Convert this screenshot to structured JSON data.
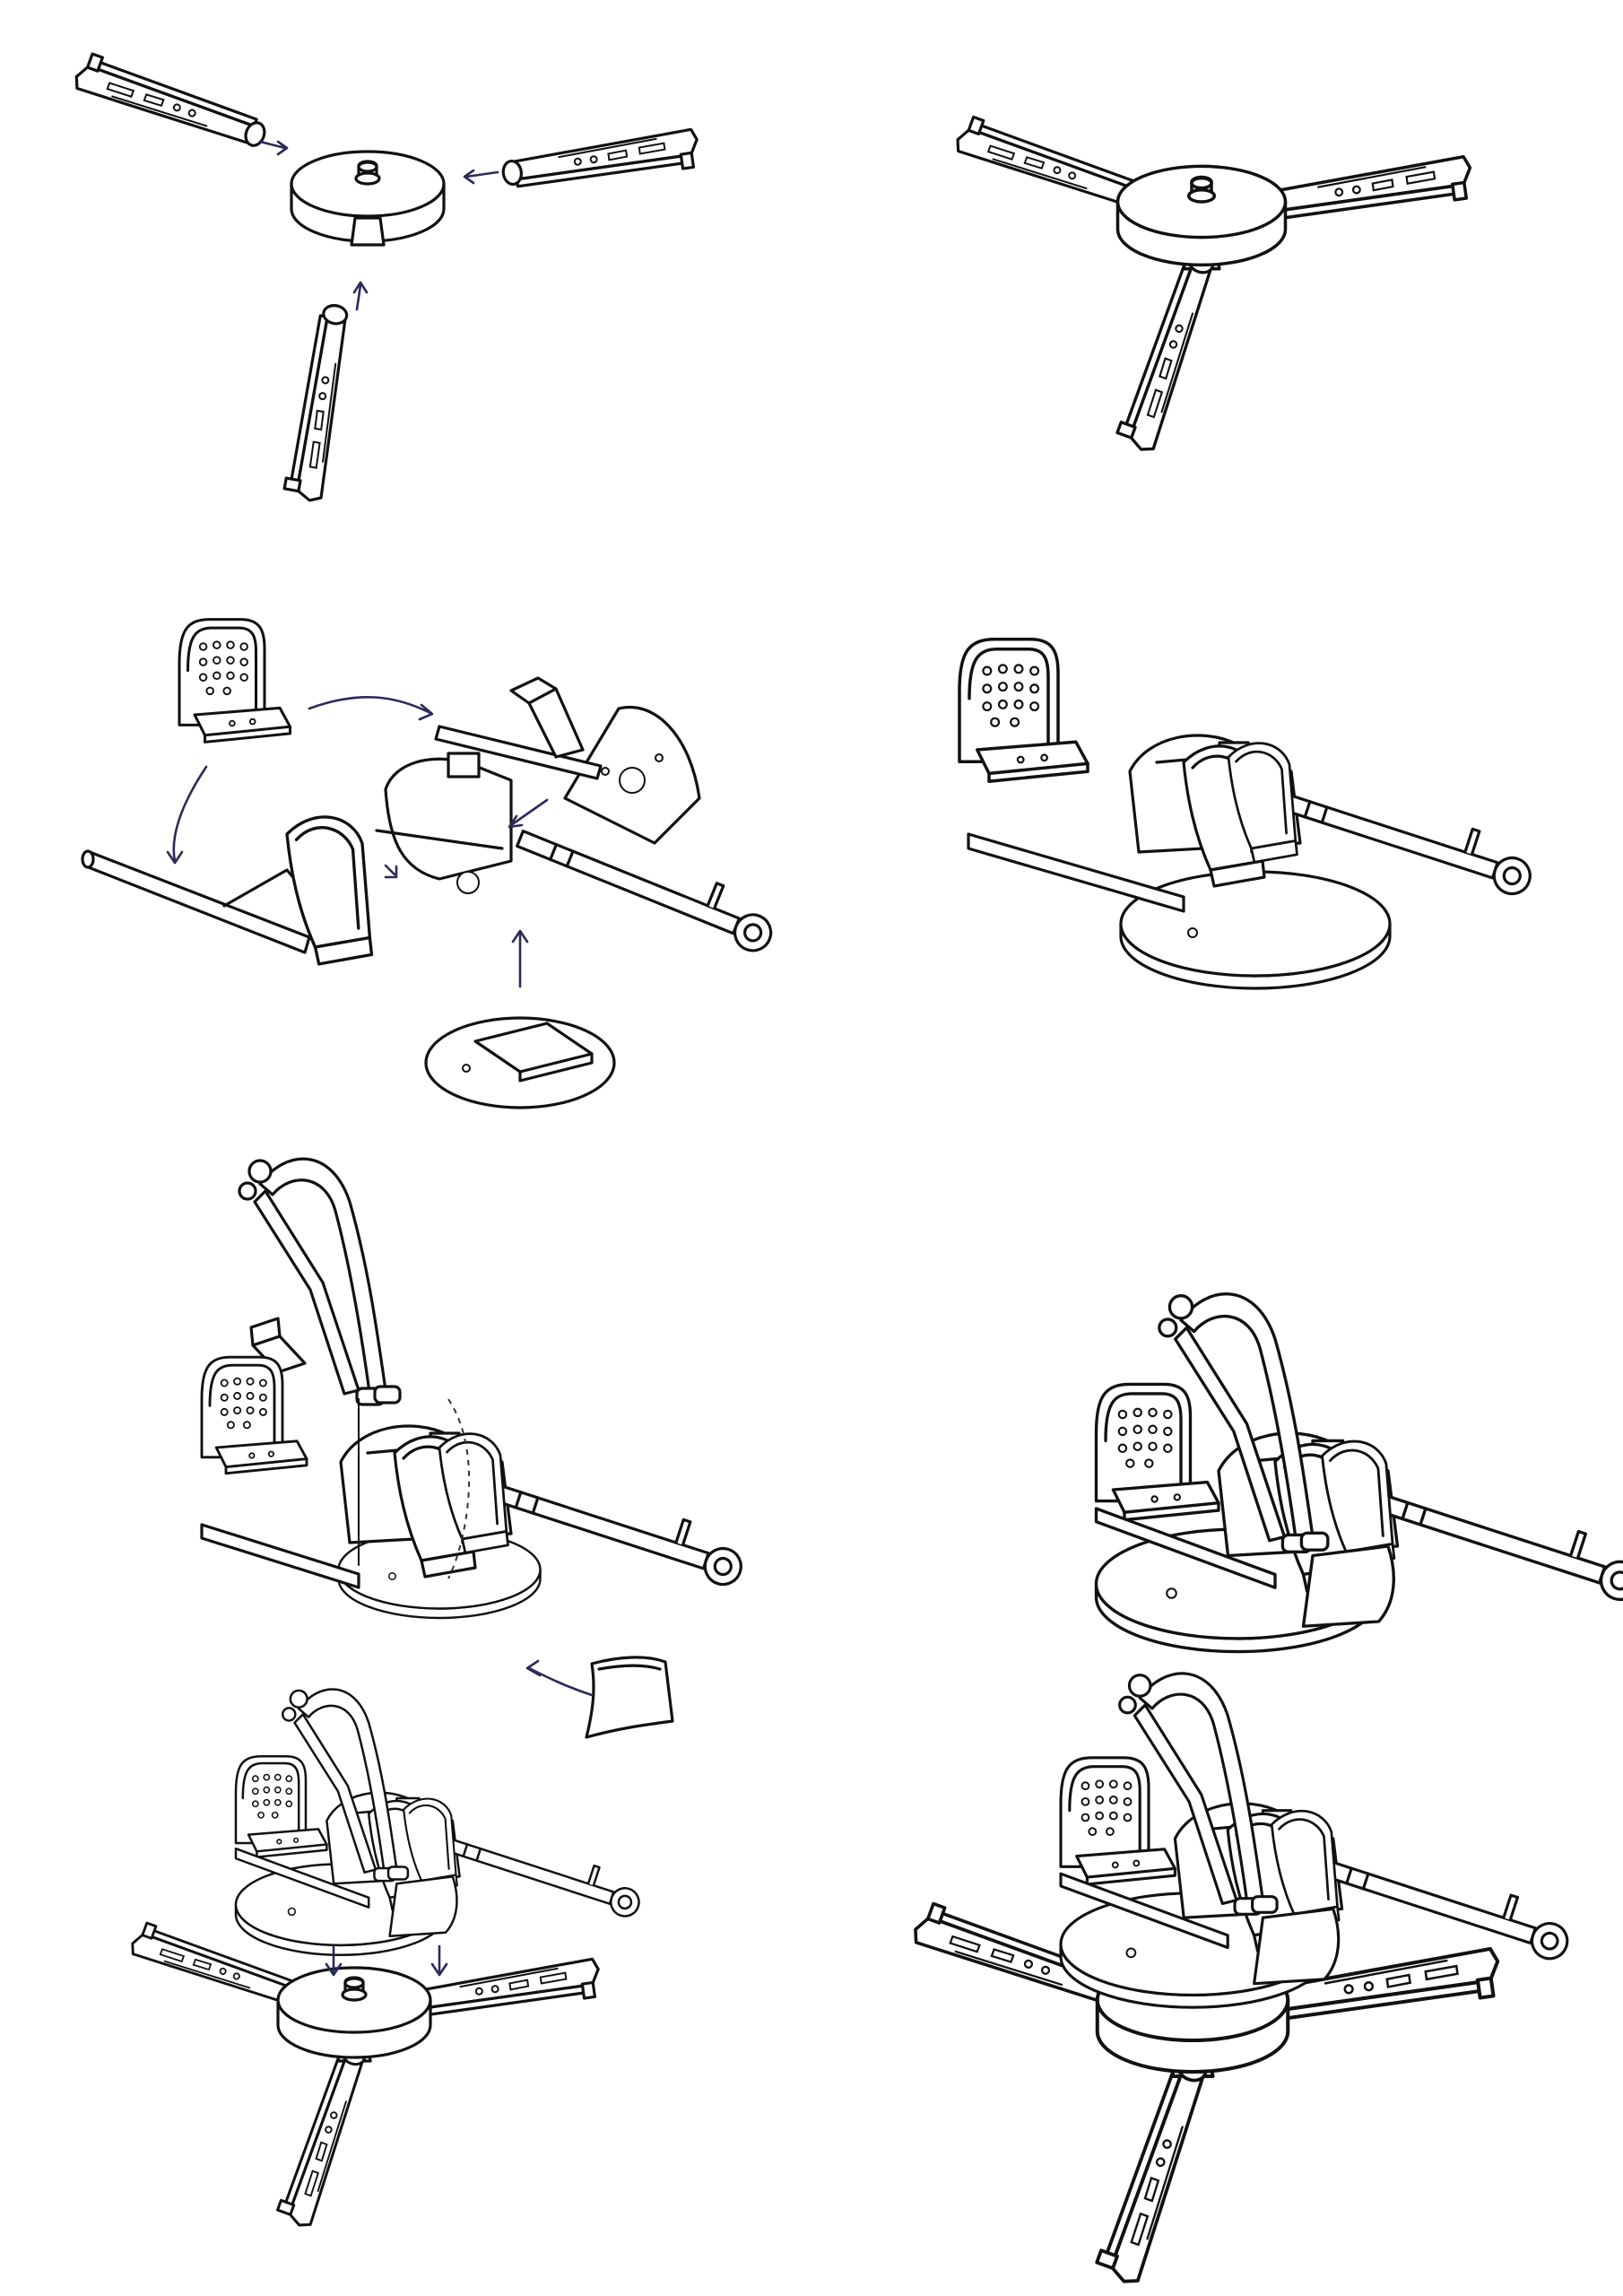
{
  "sheet": {
    "colors": {
      "line": "#111111",
      "arrow": "#2a2a5a",
      "paper": "#ffffff"
    },
    "steps": [
      {
        "id": "step-1",
        "stage": "exploded",
        "depicts": "tripod-legs-to-base"
      },
      {
        "id": "step-1-result",
        "stage": "assembled",
        "depicts": "tripod"
      },
      {
        "id": "step-2",
        "stage": "exploded",
        "depicts": "seat-gun-cradle-shield-platform"
      },
      {
        "id": "step-2-result",
        "stage": "assembled",
        "depicts": "gun-on-platform"
      },
      {
        "id": "step-3",
        "stage": "exploded",
        "depicts": "sight-arm-and-armor-plate"
      },
      {
        "id": "step-3-result",
        "stage": "assembled",
        "depicts": "gun-with-sight-arm"
      },
      {
        "id": "step-4",
        "stage": "exploded",
        "depicts": "gun-onto-tripod"
      },
      {
        "id": "step-4-result",
        "stage": "assembled",
        "depicts": "complete-anti-aircraft-gun"
      }
    ]
  }
}
